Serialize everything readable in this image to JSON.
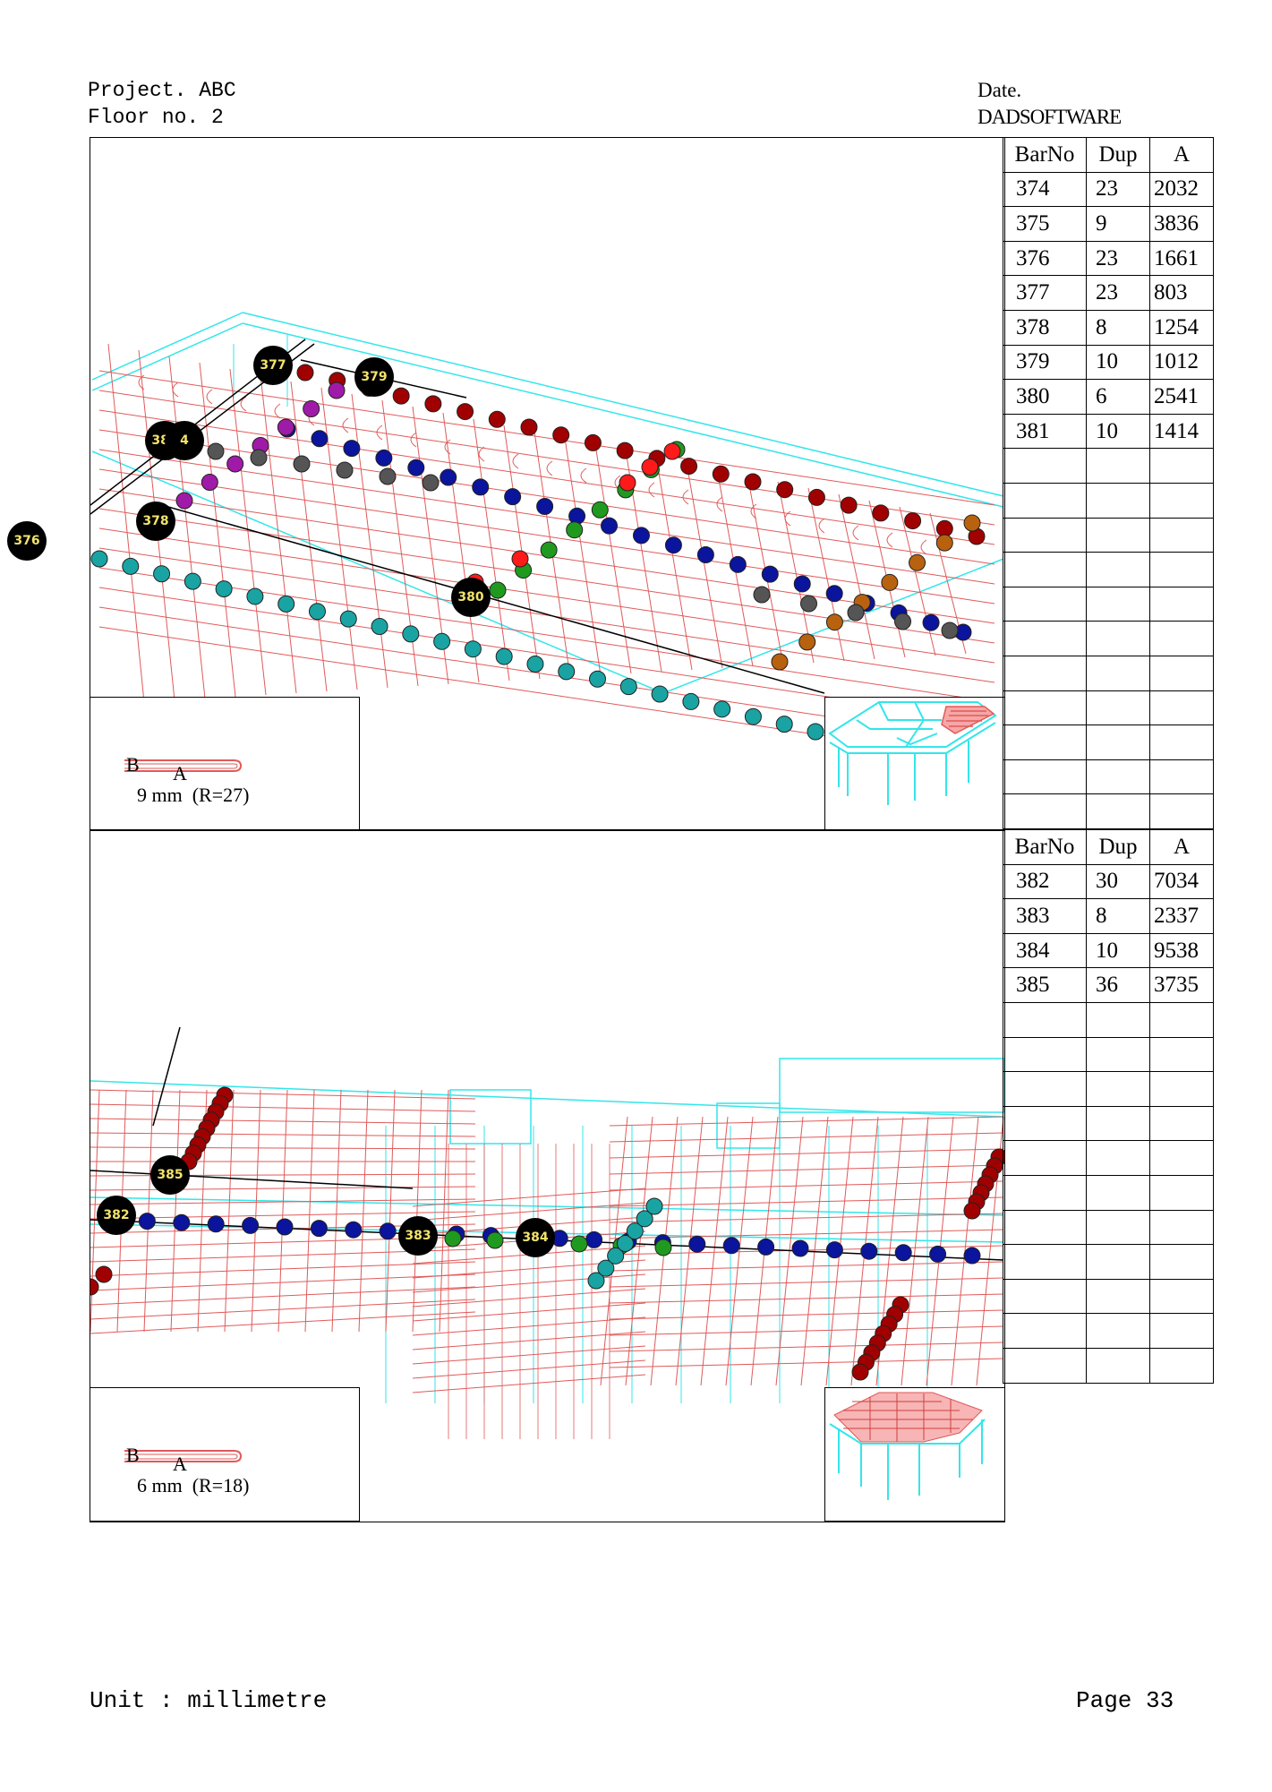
{
  "header": {
    "project_line": "Project. ABC",
    "floor_line": "Floor no. 2",
    "date_label": "Date.",
    "company": "DADSOFTWARE"
  },
  "sections": [
    {
      "columns": [
        "BarNo",
        "Dup",
        "A"
      ],
      "rows": [
        [
          "374",
          "23",
          "2032"
        ],
        [
          "375",
          "9",
          "3836"
        ],
        [
          "376",
          "23",
          "1661"
        ],
        [
          "377",
          "23",
          "803"
        ],
        [
          "378",
          "8",
          "1254"
        ],
        [
          "379",
          "10",
          "1012"
        ],
        [
          "380",
          "6",
          "2541"
        ],
        [
          "381",
          "10",
          "1414"
        ]
      ],
      "empty_rows": 11,
      "legend": {
        "label_b": "B",
        "label_a": "A",
        "diameter": "9 mm  (R=27)"
      },
      "markers": [
        "377",
        "379",
        "381",
        "4",
        "378",
        "380",
        "376"
      ]
    },
    {
      "columns": [
        "BarNo",
        "Dup",
        "A"
      ],
      "rows": [
        [
          "382",
          "30",
          "7034"
        ],
        [
          "383",
          "8",
          "2337"
        ],
        [
          "384",
          "10",
          "9538"
        ],
        [
          "385",
          "36",
          "3735"
        ]
      ],
      "empty_rows": 11,
      "legend": {
        "label_b": "B",
        "label_a": "A",
        "diameter": "6 mm  (R=18)"
      },
      "markers": [
        "385",
        "382",
        "383",
        "384"
      ]
    }
  ],
  "footer": {
    "unit": "Unit : millimetre",
    "page": "Page 33"
  },
  "colors": {
    "rebar": "#e05a5a",
    "frame": "#33e6ea",
    "dot_darkred": "#a00000",
    "dot_red": "#ff1a1a",
    "dot_green": "#1f9a1f",
    "dot_blue": "#0a149c",
    "dot_teal": "#1aa3a3",
    "dot_purple": "#a01aa8",
    "dot_gray": "#555555",
    "dot_orange": "#b8620f",
    "marker_text": "#f2e36b"
  }
}
